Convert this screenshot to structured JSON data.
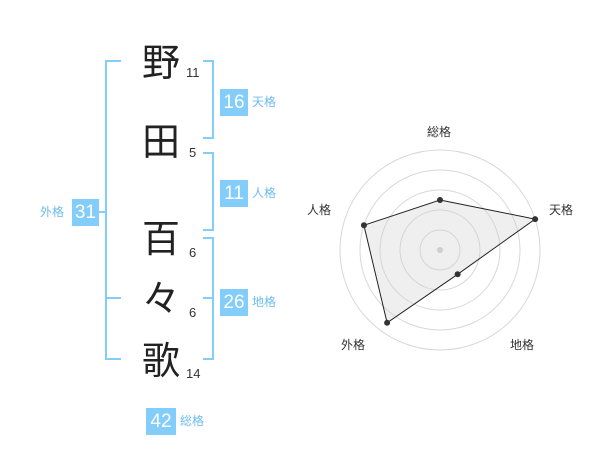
{
  "name": {
    "chars": [
      {
        "char": "野",
        "strokes": "11"
      },
      {
        "char": "田",
        "strokes": "5"
      },
      {
        "char": "百",
        "strokes": "6"
      },
      {
        "char": "々",
        "strokes": "6"
      },
      {
        "char": "歌",
        "strokes": "14"
      }
    ]
  },
  "fortune": {
    "tenkaku": {
      "value": "16",
      "label": "天格"
    },
    "jinkaku": {
      "value": "11",
      "label": "人格"
    },
    "chikaku": {
      "value": "26",
      "label": "地格"
    },
    "gaikaku": {
      "value": "31",
      "label": "外格"
    },
    "soukaku": {
      "value": "42",
      "label": "総格"
    }
  },
  "colors": {
    "accent": "#82cdfa",
    "accent_text": "#6cbcef",
    "bracket": "#82cdfa"
  },
  "chart_data": {
    "type": "radar",
    "axes": [
      "総格",
      "天格",
      "地格",
      "外格",
      "人格"
    ],
    "values": [
      2.5,
      5,
      1.5,
      4.5,
      4
    ],
    "max": 5,
    "rings": 5
  }
}
